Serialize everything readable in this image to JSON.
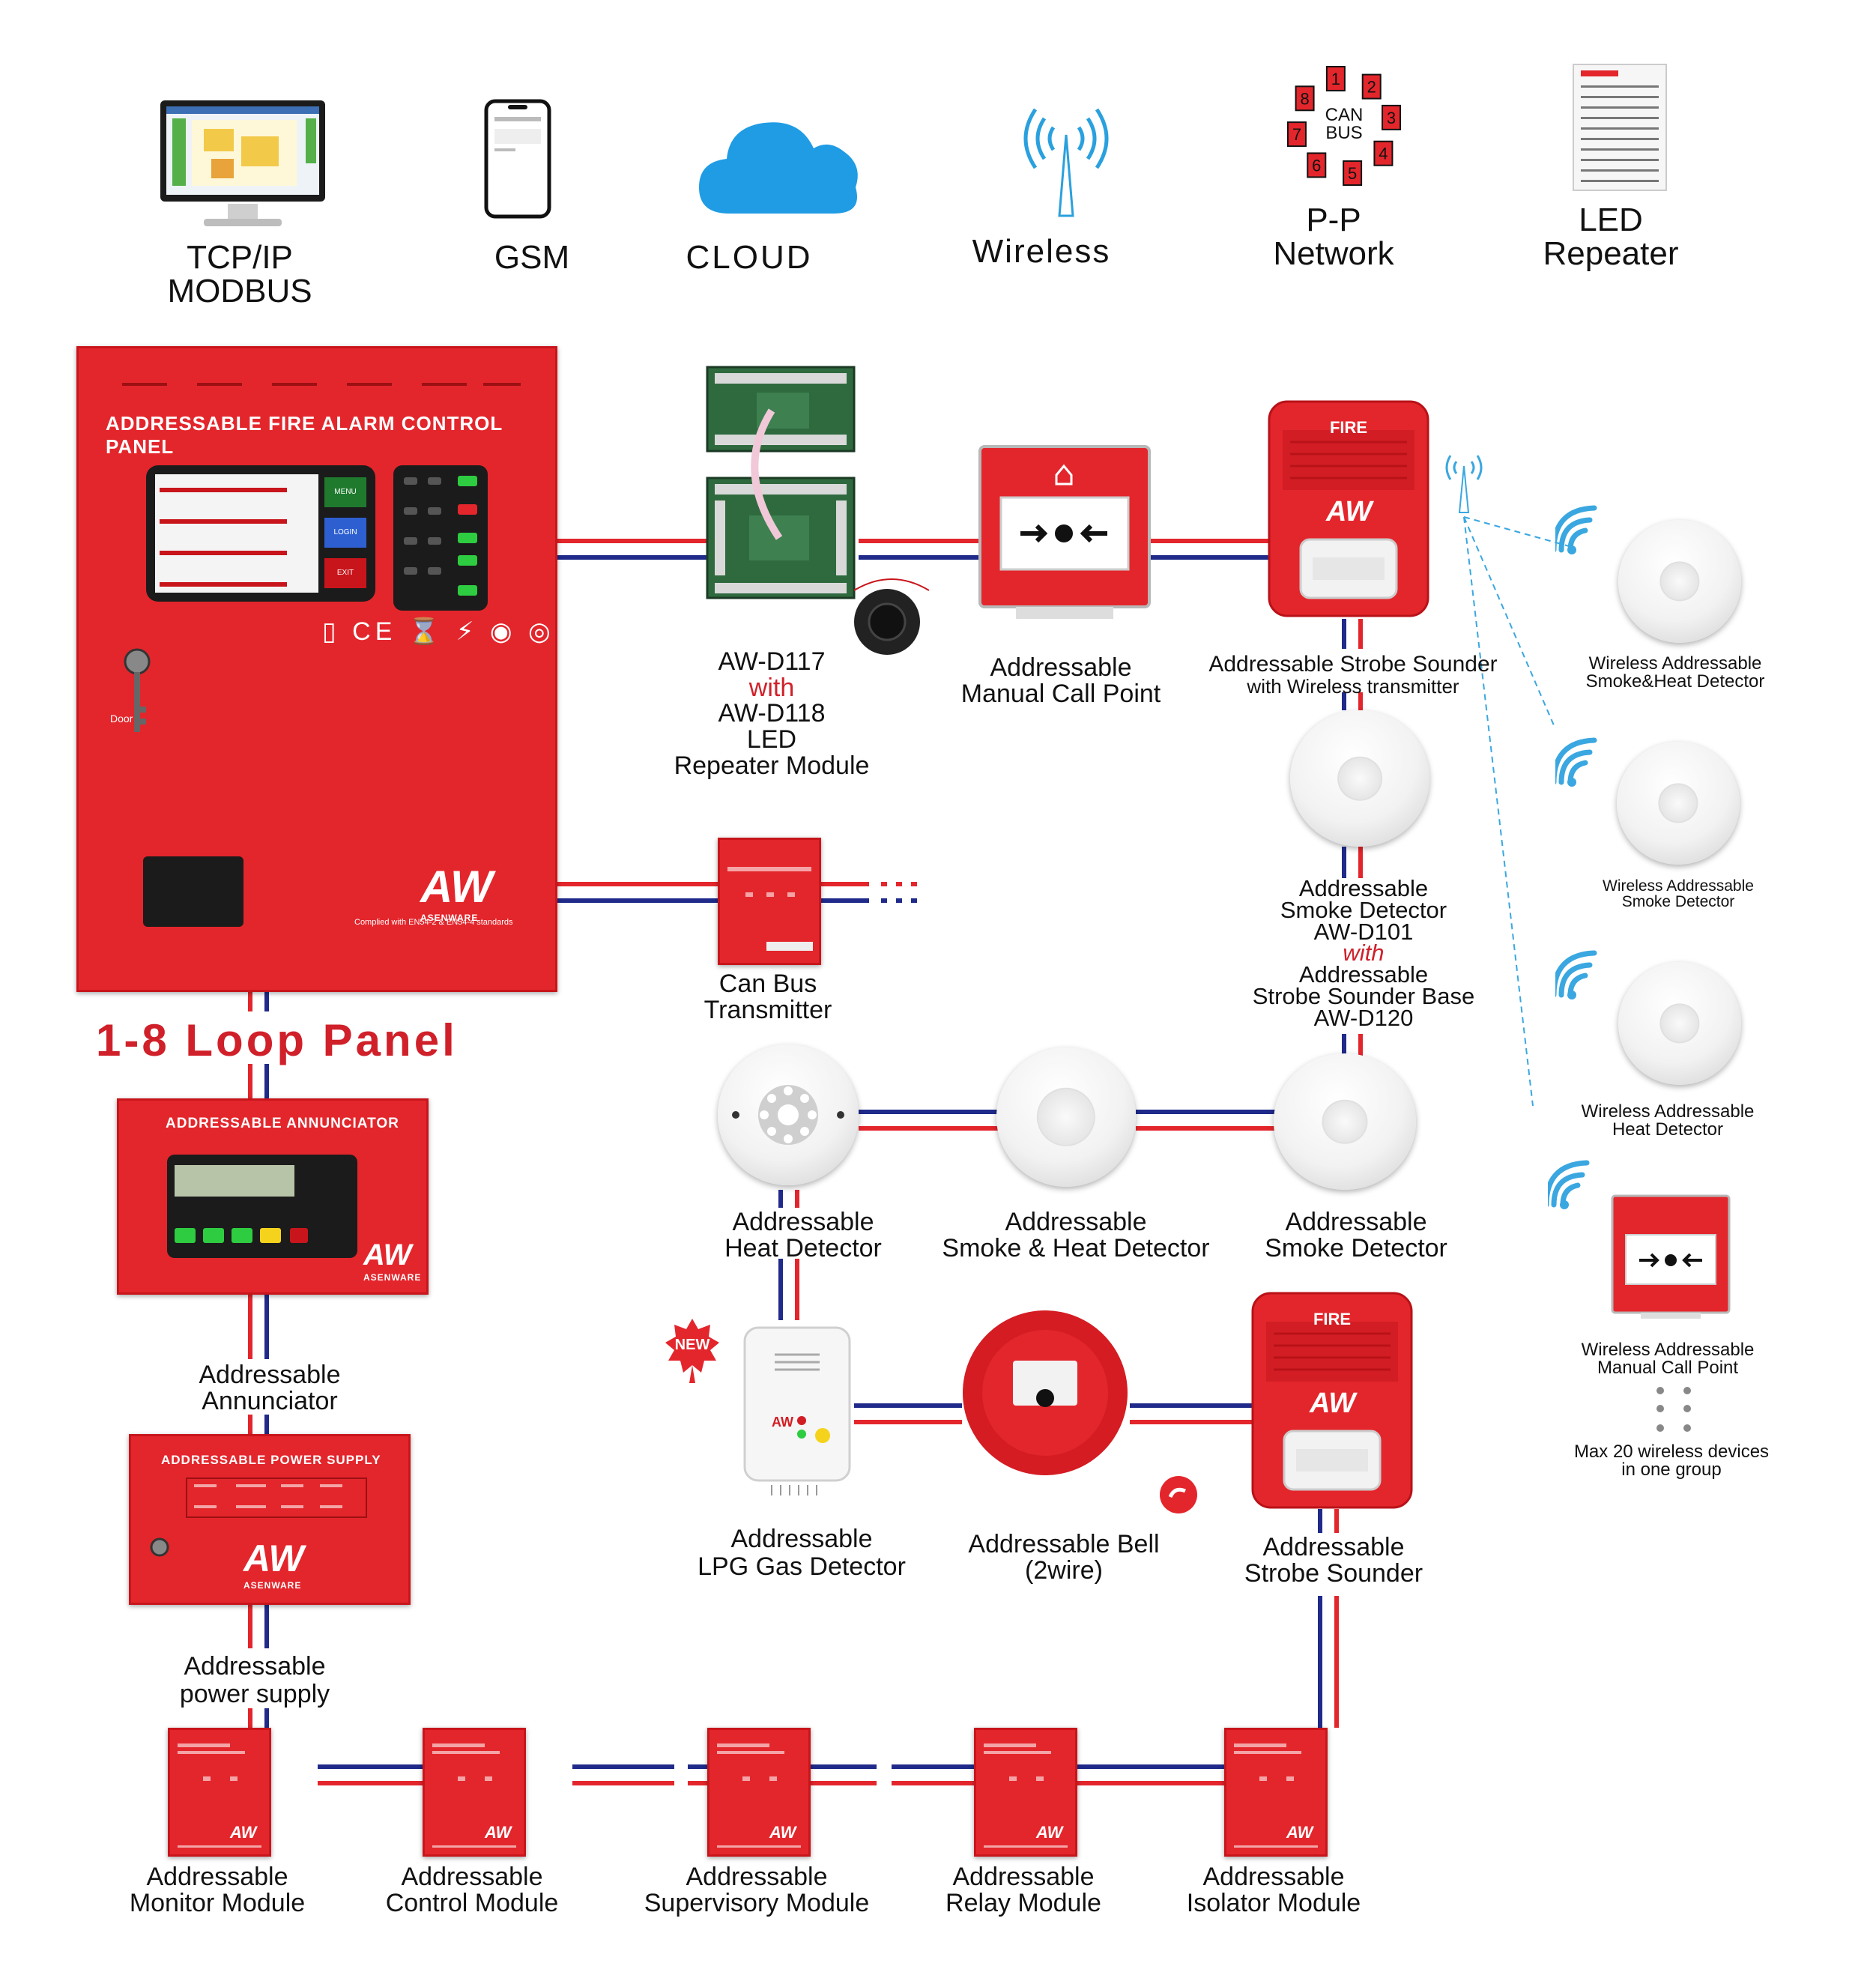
{
  "top_connectivity": [
    {
      "name": "tcpip",
      "lines": [
        "TCP/IP",
        "MODBUS"
      ],
      "icon": "monitor-icon"
    },
    {
      "name": "gsm",
      "lines": [
        "GSM"
      ],
      "icon": "smartphone-icon"
    },
    {
      "name": "cloud",
      "lines": [
        "CLOUD"
      ],
      "icon": "cloud-icon"
    },
    {
      "name": "wireless",
      "lines": [
        "Wireless"
      ],
      "icon": "antenna-icon"
    },
    {
      "name": "pp-network",
      "lines": [
        "P-P",
        "Network"
      ],
      "icon": "can-bus-ring-icon"
    },
    {
      "name": "led-repeater",
      "lines": [
        "LED",
        "Repeater"
      ],
      "icon": "repeater-panel-icon"
    }
  ],
  "can_bus_ring": {
    "center_lines": [
      "CAN",
      "BUS"
    ],
    "nodes": [
      "1",
      "2",
      "3",
      "4",
      "5",
      "6",
      "7",
      "8"
    ]
  },
  "main_panel": {
    "title": "ADDRESSABLE FIRE ALARM CONTROL PANEL",
    "brand": "AW",
    "brand_sub": "ASENWARE",
    "menu_buttons": [
      "MENU",
      "LOGIN",
      "EXIT"
    ],
    "compliance": "Complied with EN54-2 & EN54-4 standards",
    "door_label": "Door"
  },
  "loop_panel_title": "1-8  Loop  Panel",
  "annunciator": {
    "title": "ADDRESSABLE ANNUNCIATOR",
    "brand": "AW",
    "brand_sub": "ASENWARE",
    "label": [
      "Addressable",
      "Annunciator"
    ]
  },
  "power_supply": {
    "title": "ADDRESSABLE POWER SUPPLY",
    "brand": "AW",
    "brand_sub": "ASENWARE",
    "label": [
      "Addressable",
      "power supply"
    ]
  },
  "devices": {
    "repeater_module": [
      "AW-D117",
      "with",
      "AW-D118",
      "LED",
      "Repeater Module"
    ],
    "manual_call_point": [
      "Addressable",
      "Manual Call Point"
    ],
    "strobe_sounder_wireless": [
      "Addressable  Strobe  Sounder",
      "with Wireless transmitter"
    ],
    "can_bus_transmitter": [
      "Can Bus",
      "Transmitter"
    ],
    "smoke_detector_d101": [
      "Addressable",
      "Smoke Detector",
      "AW-D101",
      "with",
      "Addressable",
      "Strobe Sounder Base",
      "AW-D120"
    ],
    "heat_detector": [
      "Addressable",
      "Heat Detector"
    ],
    "smoke_heat_detector": [
      "Addressable",
      "Smoke & Heat Detector"
    ],
    "smoke_detector": [
      "Addressable",
      "Smoke Detector"
    ],
    "lpg_gas_detector": [
      "Addressable",
      "LPG Gas Detector"
    ],
    "bell": [
      "Addressable Bell",
      "(2wire)"
    ],
    "strobe_sounder": [
      "Addressable",
      "Strobe Sounder"
    ],
    "new_badge": "NEW",
    "fire_label": "FIRE"
  },
  "modules": [
    [
      "Addressable",
      "Monitor Module"
    ],
    [
      "Addressable",
      "Control Module"
    ],
    [
      "Addressable",
      "Supervisory Module"
    ],
    [
      "Addressable",
      "Relay Module"
    ],
    [
      "Addressable",
      "Isolator Module"
    ]
  ],
  "wireless_devices": [
    [
      "Wireless Addressable",
      "Smoke&Heat Detector"
    ],
    [
      "Wireless Addressable",
      "Smoke Detector"
    ],
    [
      "Wireless  Addressable",
      "Heat Detector"
    ],
    [
      "Wireless  Addressable",
      "Manual  Call  Point"
    ]
  ],
  "wireless_note": [
    "Max 20 wireless devices",
    "in one group"
  ],
  "colors": {
    "wire_red": "#e3262c",
    "wire_blue": "#1f2a8a",
    "panel_red": "#e3262c",
    "wireless_blue": "#3aa7e0",
    "label_red": "#d0202a"
  }
}
